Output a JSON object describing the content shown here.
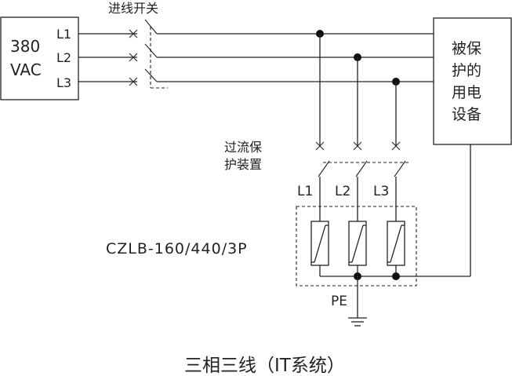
{
  "source": {
    "voltage": "380",
    "unit": "VAC"
  },
  "phases": [
    "L1",
    "L2",
    "L3"
  ],
  "incoming_switch_label": "进线开关",
  "equipment": [
    "被保",
    "护的",
    "用电",
    "设备"
  ],
  "overcurrent_device": [
    "过流保",
    "护装置"
  ],
  "spd_phases": [
    "L1",
    "L2",
    "L3"
  ],
  "spd_model": "CZLB-160/440/3P",
  "ground_label": "PE",
  "caption": "三相三线（IT系统）"
}
